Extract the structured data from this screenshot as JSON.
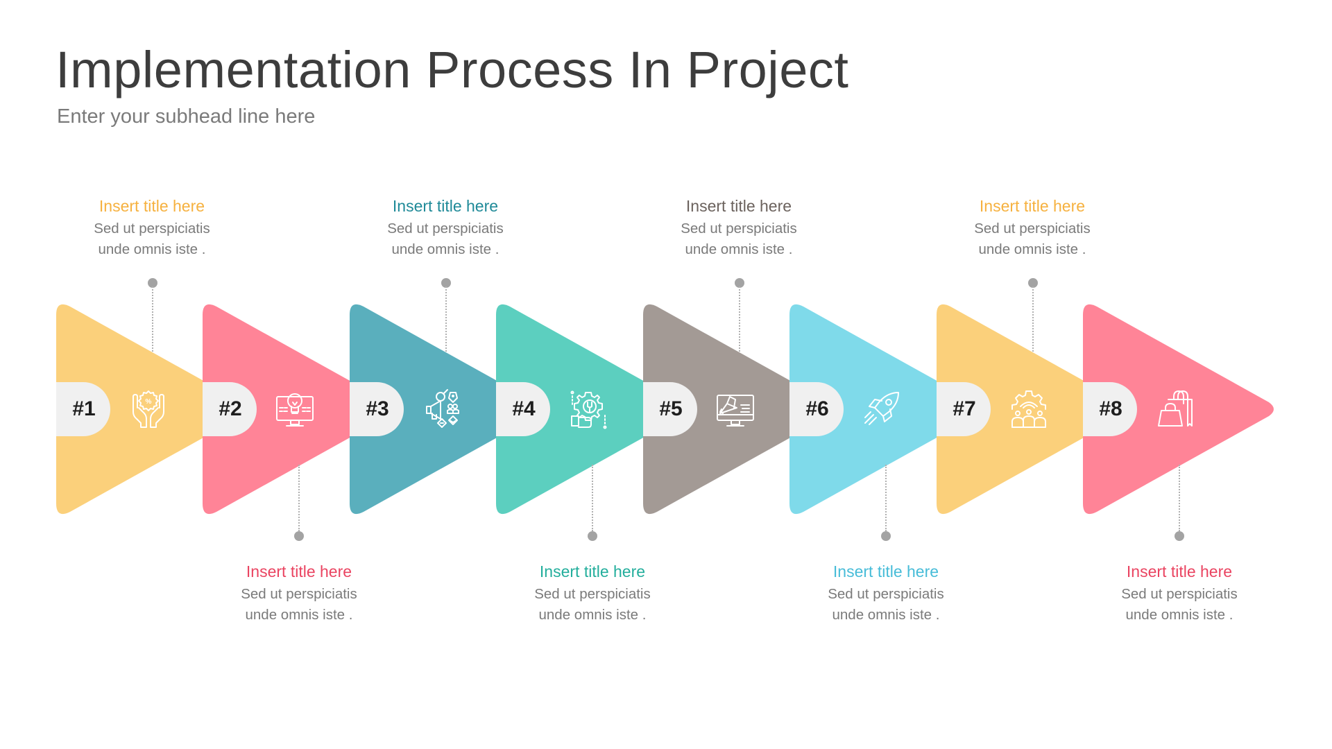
{
  "header": {
    "title": "Implementation Process In Project",
    "subtitle": "Enter your subhead line here"
  },
  "colors": {
    "yellow": "#fbd07b",
    "pink": "#ff8497",
    "teal_dark": "#5aafbd",
    "teal_green": "#5ccfbf",
    "taupe": "#a39a95",
    "sky": "#7fdaea",
    "pill_bg": "#f0f0f0",
    "dot": "#a3a3a3",
    "body_text": "#7a7a7a"
  },
  "steps": [
    {
      "number": "#1",
      "icon": "hands-percent-icon",
      "fill": "#fbd07b",
      "label_position": "top",
      "title": "Insert title here",
      "title_color": "#f6b13f",
      "line1": "Sed ut perspiciatis",
      "line2": "unde omnis iste ."
    },
    {
      "number": "#2",
      "icon": "monitor-lightbulb-icon",
      "fill": "#ff8497",
      "label_position": "bottom",
      "title": "Insert title here",
      "title_color": "#ea4461",
      "line1": "Sed ut perspiciatis",
      "line2": "unde omnis iste ."
    },
    {
      "number": "#3",
      "icon": "megaphone-marketing-icon",
      "fill": "#5aafbd",
      "label_position": "top",
      "title": "Insert title here",
      "title_color": "#1f8a98",
      "line1": "Sed ut perspiciatis",
      "line2": "unde omnis iste ."
    },
    {
      "number": "#4",
      "icon": "gear-wrench-hand-icon",
      "fill": "#5ccfbf",
      "label_position": "bottom",
      "title": "Insert title here",
      "title_color": "#23ae9c",
      "line1": "Sed ut perspiciatis",
      "line2": "unde omnis iste ."
    },
    {
      "number": "#5",
      "icon": "monitor-megaphone-icon",
      "fill": "#a39a95",
      "label_position": "top",
      "title": "Insert title here",
      "title_color": "#6b625d",
      "line1": "Sed ut perspiciatis",
      "line2": "unde omnis iste ."
    },
    {
      "number": "#6",
      "icon": "rocket-icon",
      "fill": "#7fdaea",
      "label_position": "bottom",
      "title": "Insert title here",
      "title_color": "#47bcd8",
      "line1": "Sed ut perspiciatis",
      "line2": "unde omnis iste ."
    },
    {
      "number": "#7",
      "icon": "gear-team-icon",
      "fill": "#fbd07b",
      "label_position": "top",
      "title": "Insert title here",
      "title_color": "#f6b13f",
      "line1": "Sed ut perspiciatis",
      "line2": "unde omnis iste ."
    },
    {
      "number": "#8",
      "icon": "shopping-bags-icon",
      "fill": "#ff8497",
      "label_position": "bottom",
      "title": "Insert title here",
      "title_color": "#ea4461",
      "line1": "Sed ut perspiciatis",
      "line2": "unde omnis iste ."
    }
  ]
}
